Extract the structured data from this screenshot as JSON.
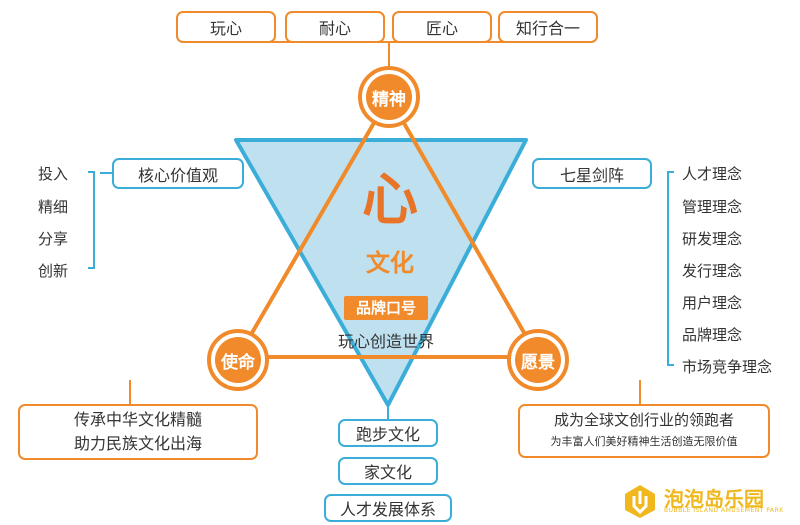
{
  "top_values": [
    "玩心",
    "耐心",
    "匠心",
    "知行合一"
  ],
  "nodes": {
    "top": "精神",
    "left": "使命",
    "right": "愿景"
  },
  "center": {
    "glyph": "心",
    "title": "文化",
    "badge": "品牌口号",
    "slogan": "玩心创造世界"
  },
  "left_branch": {
    "title": "核心价值观",
    "items": [
      "投入",
      "精细",
      "分享",
      "创新"
    ]
  },
  "right_branch": {
    "title": "七星剑阵",
    "items": [
      "人才理念",
      "管理理念",
      "研发理念",
      "发行理念",
      "用户理念",
      "品牌理念",
      "市场竞争理念"
    ]
  },
  "mission": {
    "line1": "传承中华文化精髓",
    "line2": "助力民族文化出海"
  },
  "vision": {
    "line1": "成为全球文创行业的领跑者",
    "line2": "为丰富人们美好精神生活创造无限价值"
  },
  "bottom_items": [
    "跑步文化",
    "家文化",
    "人才发展体系"
  ],
  "logo": {
    "name": "泡泡岛乐园",
    "subtitle": "BUBBLE ISLAND AMUSEMENT PARK"
  },
  "colors": {
    "orange": "#f08a2a",
    "blue": "#3aaed8",
    "light_blue": "#bfe1ef",
    "logo_yellow": "#f0b81e"
  }
}
